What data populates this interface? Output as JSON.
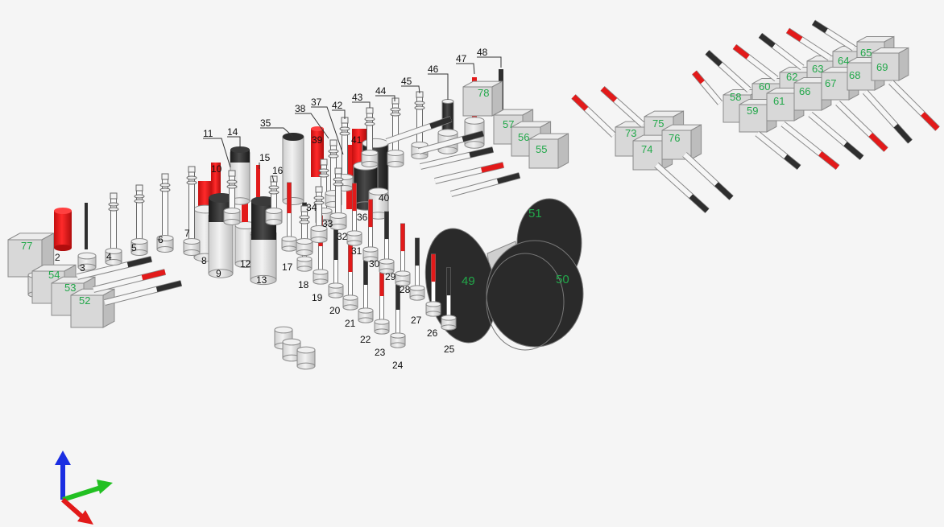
{
  "colors": {
    "background": "#f5f5f5",
    "body_light": "#e4e4e4",
    "body_face": "#d2d2d2",
    "outline": "#8a8a8a",
    "rod_red": "#e21a1a",
    "rod_black": "#2e2e2e",
    "label_green": "#22a84a",
    "label_black": "#111111",
    "axis_x": "#e21a1a",
    "axis_y": "#22c022",
    "axis_z": "#1a2ee2"
  },
  "labels": {
    "black": [
      "2",
      "3",
      "4",
      "5",
      "6",
      "7",
      "8",
      "9",
      "10",
      "11",
      "12",
      "13",
      "14",
      "15",
      "16",
      "17",
      "18",
      "19",
      "20",
      "21",
      "22",
      "23",
      "24",
      "25",
      "26",
      "27",
      "28",
      "29",
      "30",
      "31",
      "32",
      "33",
      "34",
      "35",
      "36",
      "37",
      "38",
      "39",
      "40",
      "41",
      "42",
      "43",
      "44",
      "45",
      "46",
      "47",
      "48"
    ],
    "green": [
      "49",
      "50",
      "51",
      "52",
      "53",
      "54",
      "55",
      "56",
      "57",
      "58",
      "59",
      "60",
      "61",
      "62",
      "63",
      "64",
      "65",
      "66",
      "67",
      "68",
      "69",
      "73",
      "74",
      "75",
      "76",
      "77",
      "78"
    ]
  },
  "axes_icon": {
    "x_axis": "red-arrow",
    "y_axis": "green-arrow",
    "z_axis": "blue-arrow"
  }
}
